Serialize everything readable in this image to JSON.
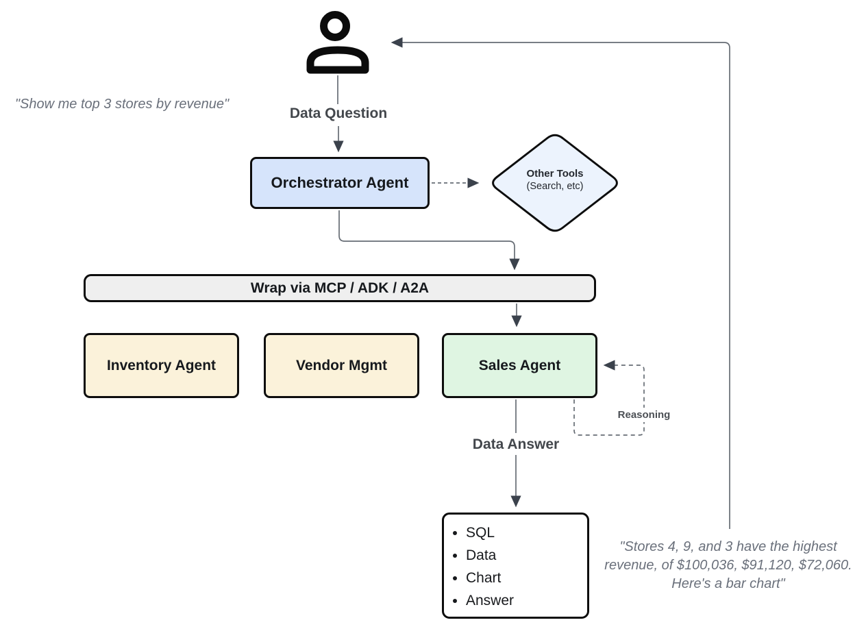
{
  "quotes": {
    "left": "\"Show me top 3 stores by revenue\"",
    "right_line1": "\"Stores 4, 9, and 3 have the highest",
    "right_line2": "revenue, of $100,036, $91,120, $72,060.",
    "right_line3": "Here's a bar chart\""
  },
  "flow_labels": {
    "data_question": "Data Question",
    "data_answer": "Data Answer",
    "reasoning": "Reasoning"
  },
  "nodes": {
    "orchestrator": {
      "label": "Orchestrator Agent",
      "fill": "#d6e4fb"
    },
    "other_tools": {
      "title": "Other Tools",
      "subtitle": "(Search, etc)",
      "fill": "#ecf3fd"
    },
    "wrap_bar": {
      "label": "Wrap via MCP / ADK / A2A",
      "fill": "#efefef"
    },
    "inventory_agent": {
      "label": "Inventory Agent",
      "fill": "#fbf2da"
    },
    "vendor_mgmt": {
      "label": "Vendor Mgmt",
      "fill": "#fbf2da"
    },
    "sales_agent": {
      "label": "Sales Agent",
      "fill": "#dff5e2"
    },
    "output_box": {
      "items": [
        "SQL",
        "Data",
        "Chart",
        "Answer"
      ]
    }
  },
  "colors": {
    "line": "#666c74",
    "arrowhead": "#3b424c",
    "node_border": "#0d0d0d"
  }
}
